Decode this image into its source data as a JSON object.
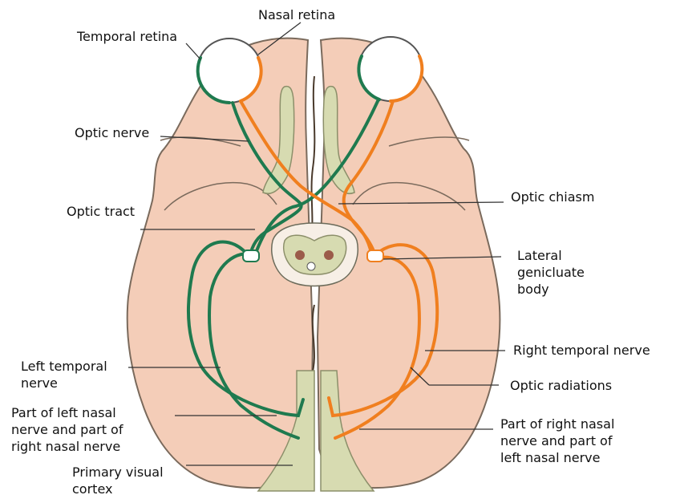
{
  "colors": {
    "brain_fill": "#f4cdb8",
    "left_pathway": "#1f7a4f",
    "right_pathway": "#f07f1f",
    "structure_fill": "#d7dbb1"
  },
  "labels": {
    "nasal_retina": "Nasal retina",
    "temporal_retina": "Temporal retina",
    "optic_nerve": "Optic nerve",
    "optic_chiasm": "Optic chiasm",
    "optic_tract": "Optic tract",
    "lateral_geniculate": [
      "Lateral",
      "genicluate",
      "body"
    ],
    "right_temporal_nerve": "Right temporal nerve",
    "optic_radiations": "Optic radiations",
    "left_temporal_nerve": [
      "Left temporal",
      "nerve"
    ],
    "part_left_nasal": [
      "Part of left nasal",
      "nerve and part of",
      "right nasal nerve"
    ],
    "part_right_nasal": [
      "Part of right nasal",
      "nerve and part of",
      "left nasal nerve"
    ],
    "primary_visual_cortex": [
      "Primary visual",
      "cortex"
    ]
  }
}
